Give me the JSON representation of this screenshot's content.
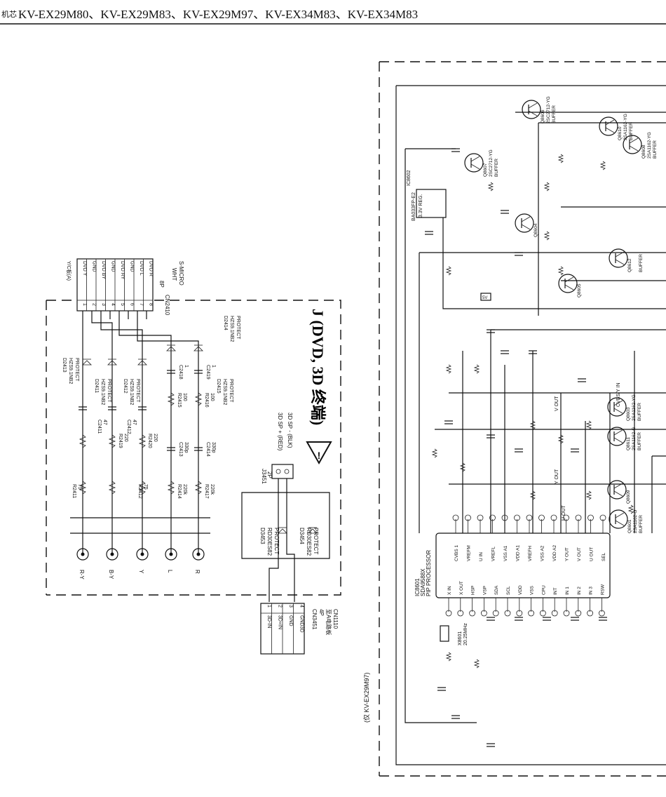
{
  "header": {
    "prefix_glyph": "机芯",
    "models": "KV-EX29M80、KV-EX29M83、KV-EX29M97、KV-EX34M83、KV-EX34M83"
  },
  "left_board": {
    "connector_top": {
      "ref": "CN2410",
      "pins": "8P",
      "color": "WHT",
      "dest": "S-MICRO",
      "side_note": "Y/C板(A)",
      "pin_numbers": [
        "1",
        "2",
        "3",
        "4",
        "5",
        "6",
        "7",
        "8"
      ],
      "pin_labels": [
        "DVD Y",
        "GND",
        "DVD BY",
        "GND",
        "DVD RY",
        "GND",
        "DVD L",
        "DVD R"
      ]
    },
    "title": "J (DVD, 3D 终端)",
    "jacks": [
      "R-Y",
      "B-Y",
      "Y",
      "L",
      "R"
    ],
    "protect_diodes": [
      {
        "ref": "D2411",
        "part": "HZS9.1NB2",
        "func": "PROTECT"
      },
      {
        "ref": "D2412",
        "part": "HZS9.1NB2",
        "func": "PROTECT"
      },
      {
        "ref": "D2414",
        "part": "HZS9.1NB2",
        "func": "PROTECT"
      },
      {
        "ref": "D2415",
        "part": "HZS9.1NB2",
        "func": "PROTECT"
      },
      {
        "ref": "D2413",
        "part": "HZS9.1NB2",
        "func": "PROTECT"
      }
    ],
    "resistors": [
      {
        "ref": "R2419",
        "val": "220"
      },
      {
        "ref": "R2420",
        "val": "220"
      },
      {
        "ref": "R2411",
        "val": "75"
      },
      {
        "ref": "R2412",
        "val": "75"
      },
      {
        "ref": "R2415",
        "val": "100"
      },
      {
        "ref": "R2416",
        "val": "100"
      },
      {
        "ref": "R2414",
        "val": "220k"
      },
      {
        "ref": "R2417",
        "val": "220k"
      }
    ],
    "capacitors": [
      {
        "ref": "C2411",
        "val": "47"
      },
      {
        "ref": "C2412",
        "val": "47"
      },
      {
        "ref": "C2418",
        "val": "1"
      },
      {
        "ref": "C2419",
        "val": "1"
      },
      {
        "ref": "C2413",
        "val": "330p"
      },
      {
        "ref": "C2414",
        "val": "330p"
      }
    ],
    "speaker_jack": {
      "ref": "J3451",
      "pins": "2P",
      "plus": "3D SP + (RED)",
      "minus": "3D SP - (BLK)"
    },
    "diodes_3d": [
      {
        "ref": "D3453",
        "part": "RD30ES82",
        "func": "PROTECT"
      },
      {
        "ref": "D3454",
        "part": "RD30ES82",
        "func": "PROTECT"
      }
    ],
    "connector_bottom": {
      "ref": "CN3451",
      "pins": "4P",
      "dest": "至A电路板",
      "dest_ref": "CN1110",
      "pin_numbers": [
        "1",
        "2",
        "3",
        "4"
      ],
      "pin_labels": [
        "3D-IN",
        "3D+IN",
        "GND",
        "GND3D"
      ]
    }
  },
  "right_board": {
    "side_note": "(仅 KV-EX29M97)",
    "ic": {
      "ref": "IC8601",
      "part": "SDA9588X",
      "func": "PIP PROCESSOR",
      "top_pins": [
        "CVBS 1",
        "VREFM",
        "U IN",
        "VREFL",
        "VSS A1",
        "VDD A1",
        "VREFH",
        "VSS A2",
        "VDD A2",
        "Y OUT",
        "V OUT",
        "U OUT",
        "SEL"
      ],
      "bottom_pins": [
        "X IN",
        "X OUT",
        "HSP",
        "VSP",
        "SDA",
        "SCL",
        "VDD",
        "VSS",
        "CPU",
        "INT",
        "IN 1",
        "IN 2",
        "IN 3",
        "RSW"
      ]
    },
    "regulator": {
      "ref": "IC8602",
      "part": "BA033FP-E2",
      "func": "3.3V REG."
    },
    "transistors": [
      {
        "ref": "Q8606",
        "part": "2SC2712-YG",
        "func": "BUFFER"
      },
      {
        "ref": "Q8610",
        "part": "2SA1162-YG",
        "func": "BUFFER"
      },
      {
        "ref": "Q8608",
        "part": "2SA1162-YG",
        "func": "BUFFER"
      },
      {
        "ref": "Q8607",
        "part": "2SC2712-YG",
        "func": "BUFFER"
      },
      {
        "ref": "Q8604",
        "part": "",
        "func": ""
      },
      {
        "ref": "Q8612",
        "part": "",
        "func": "BUFFER"
      },
      {
        "ref": "Q8605",
        "part": "",
        "func": ""
      },
      {
        "ref": "Q8603",
        "part": "2SA1162-YG",
        "func": "BUFFER"
      },
      {
        "ref": "Q8611",
        "part": "2SA1162-G",
        "func": "BUFFER"
      },
      {
        "ref": "Q8609",
        "part": "",
        "func": ""
      },
      {
        "ref": "Q8601",
        "part": "2SA1162-G",
        "func": "BUFFER"
      }
    ],
    "signals": [
      "V OUT",
      "Y OUT",
      "U OUT",
      "CVBS/Y IN",
      "5V"
    ],
    "crystal": {
      "ref": "X8601",
      "val": "20.25MHz"
    }
  }
}
